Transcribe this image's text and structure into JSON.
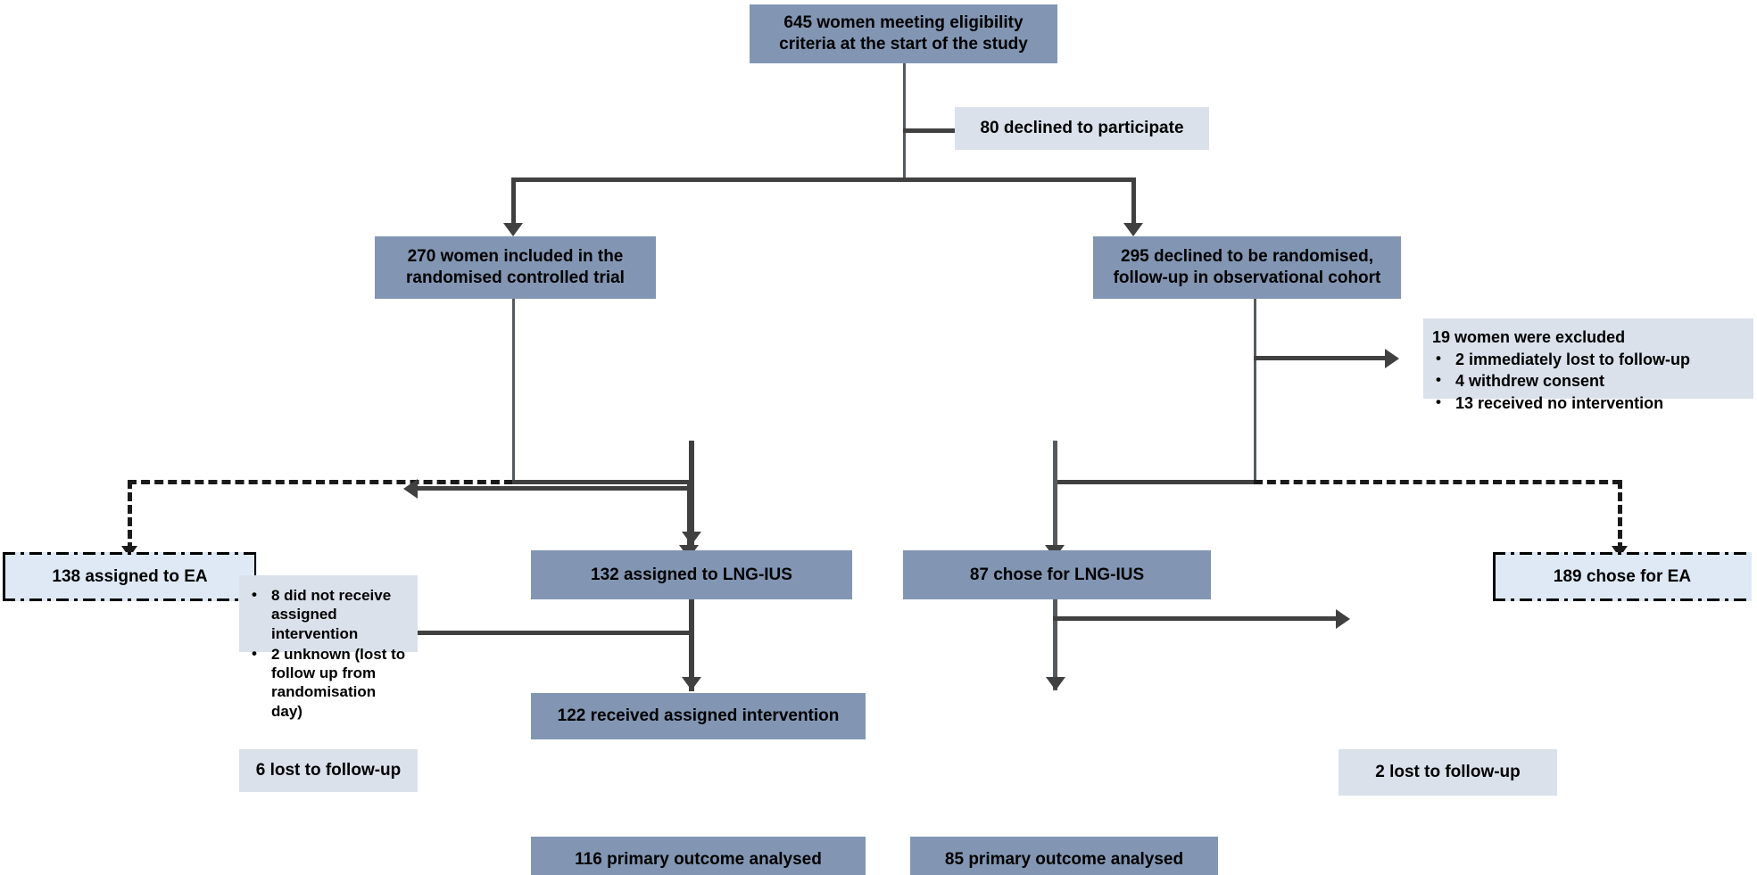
{
  "diagram": {
    "title": "CONSORT-style participant flow diagram",
    "colors": {
      "primary_box": "#8296b3",
      "note_box": "#dae1eb",
      "choice_box": "#dee9f5",
      "connector": "#404040",
      "text": "#000000"
    },
    "nodes": {
      "eligible": "645 women meeting eligibility\ncriteria at the start of the study",
      "eligible_line1": "645 women meeting eligibility",
      "eligible_line2": "criteria at the start of the study",
      "declined_participate": "80 declined to participate",
      "rct_line1": "270 women included in the",
      "rct_line2": "randomised controlled trial",
      "cohort_line1": "295 declined to be randomised,",
      "cohort_line2": "follow-up in observational cohort",
      "excluded_heading": "19 women were excluded",
      "excluded_bullets": [
        "2 immediately lost to follow-up",
        "4 withdrew consent",
        "13 received no intervention"
      ],
      "assigned_ea": "138 assigned to EA",
      "assigned_lngius": "132 assigned to LNG-IUS",
      "chose_lngius": "87 chose for LNG-IUS",
      "chose_ea": "189 chose for EA",
      "not_received_bullets": [
        "8 did not receive assigned intervention",
        "2 unknown (lost to follow up from randomisation day)"
      ],
      "received_intervention": "122 received assigned intervention",
      "lost_followup_left": "6 lost to follow-up",
      "lost_followup_right": "2 lost to follow-up",
      "analysed_left": "116 primary outcome analysed",
      "analysed_right": "85 primary outcome analysed"
    }
  }
}
